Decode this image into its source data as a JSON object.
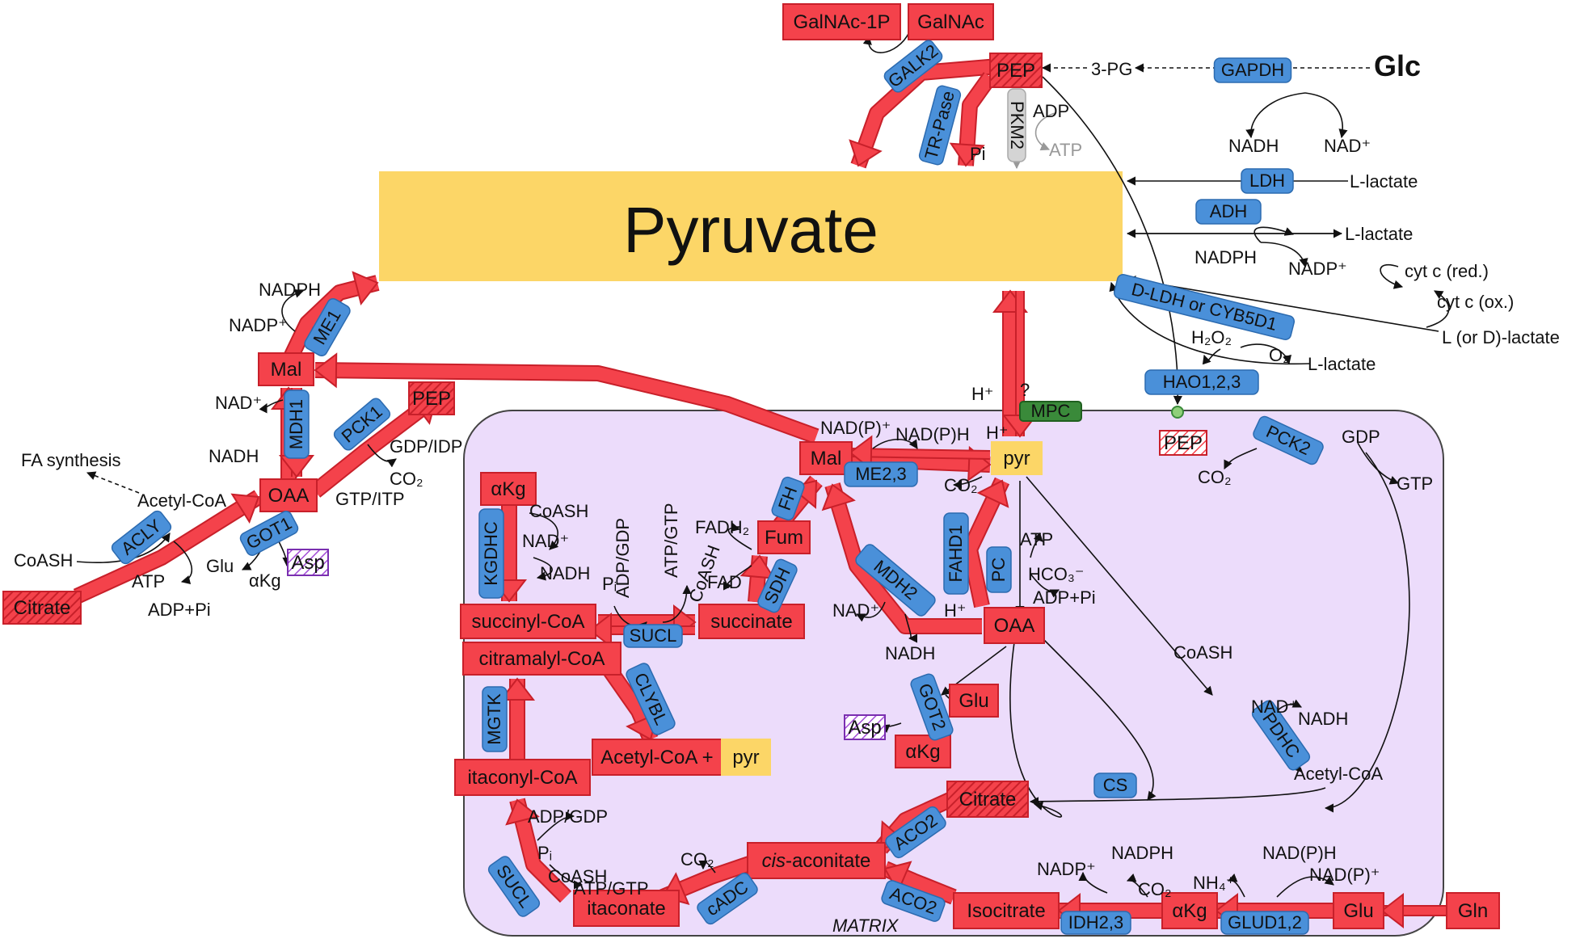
{
  "pyruvate_label": "Pyruvate",
  "glucose_label": "Glc",
  "matrix_label": "MATRIX",
  "colors": {
    "metabolite_fill": "#f4424b",
    "metabolite_stroke": "#c8202a",
    "enzyme_fill": "#4a90d9",
    "enzyme_stroke": "#2c6bb0",
    "pyruvate_fill": "#fcd667",
    "matrix_fill": "#ecdcfb",
    "transporter_fill": "#3a8a3a",
    "flux_arrow": "#f4424b"
  },
  "metabolites": [
    {
      "id": "galnac1p",
      "label": "GalNAc-1P"
    },
    {
      "id": "galnac",
      "label": "GalNAc"
    },
    {
      "id": "pep_top",
      "label": "PEP"
    },
    {
      "id": "mal_cyto",
      "label": "Mal"
    },
    {
      "id": "oaa_cyto",
      "label": "OAA"
    },
    {
      "id": "pep_cyto",
      "label": "PEP"
    },
    {
      "id": "citrate_cyto",
      "label": "Citrate"
    },
    {
      "id": "asp_cyto",
      "label": "Asp"
    },
    {
      "id": "akg_m",
      "label": "αKg"
    },
    {
      "id": "mal_m",
      "label": "Mal"
    },
    {
      "id": "pyr_m",
      "label": "pyr"
    },
    {
      "id": "fum_m",
      "label": "Fum"
    },
    {
      "id": "succinylcoa",
      "label": "succinyl-CoA"
    },
    {
      "id": "succinate",
      "label": "succinate"
    },
    {
      "id": "citramalylcoa",
      "label": "citramalyl-CoA"
    },
    {
      "id": "oaa_m",
      "label": "OAA"
    },
    {
      "id": "pep_m",
      "label": "PEP"
    },
    {
      "id": "glu_m",
      "label": "Glu"
    },
    {
      "id": "asp_m",
      "label": "Asp"
    },
    {
      "id": "akg_m2",
      "label": "αKg"
    },
    {
      "id": "acetylcoa_pyr",
      "label": "Acetyl-CoA +"
    },
    {
      "id": "pyr_m2",
      "label": "pyr"
    },
    {
      "id": "itaconylcoa",
      "label": "itaconyl-CoA"
    },
    {
      "id": "citrate_m",
      "label": "Citrate"
    },
    {
      "id": "cisaconitate",
      "label": "-aconitate"
    },
    {
      "id": "itaconate",
      "label": "itaconate"
    },
    {
      "id": "isocitrate",
      "label": "Isocitrate"
    },
    {
      "id": "akg_m3",
      "label": "αKg"
    },
    {
      "id": "glu_m2",
      "label": "Glu"
    },
    {
      "id": "gln_m",
      "label": "Gln"
    }
  ],
  "cis_prefix": "cis",
  "enzymes": [
    {
      "id": "galk2",
      "label": "GALK2"
    },
    {
      "id": "trpase",
      "label": "TR-Pase"
    },
    {
      "id": "pkm2",
      "label": "PKM2"
    },
    {
      "id": "gapdh",
      "label": "GAPDH"
    },
    {
      "id": "ldh",
      "label": "LDH"
    },
    {
      "id": "adh",
      "label": "ADH"
    },
    {
      "id": "dldh",
      "label": "D-LDH or CYB5D1"
    },
    {
      "id": "hao",
      "label": "HAO1,2,3"
    },
    {
      "id": "me1",
      "label": "ME1"
    },
    {
      "id": "mdh1",
      "label": "MDH1"
    },
    {
      "id": "pck1",
      "label": "PCK1"
    },
    {
      "id": "acly",
      "label": "ACLY"
    },
    {
      "id": "got1",
      "label": "GOT1"
    },
    {
      "id": "me23",
      "label": "ME2,3"
    },
    {
      "id": "fh",
      "label": "FH"
    },
    {
      "id": "kgdhc",
      "label": "KGDHC"
    },
    {
      "id": "sdh",
      "label": "SDH"
    },
    {
      "id": "sucl1",
      "label": "SUCL"
    },
    {
      "id": "mdh2",
      "label": "MDH2"
    },
    {
      "id": "fahd1",
      "label": "FAHD1"
    },
    {
      "id": "pc",
      "label": "PC"
    },
    {
      "id": "pck2",
      "label": "PCK2"
    },
    {
      "id": "clybl",
      "label": "CLYBL"
    },
    {
      "id": "mgtk",
      "label": "MGTK"
    },
    {
      "id": "got2",
      "label": "GOT2"
    },
    {
      "id": "pdhc",
      "label": "PDHC"
    },
    {
      "id": "cs",
      "label": "CS"
    },
    {
      "id": "sucl2",
      "label": "SUCL"
    },
    {
      "id": "cadc",
      "label": "cADC"
    },
    {
      "id": "aco2a",
      "label": "ACO2"
    },
    {
      "id": "aco2b",
      "label": "ACO2"
    },
    {
      "id": "idh23",
      "label": "IDH2,3"
    },
    {
      "id": "glud",
      "label": "GLUD1,2"
    }
  ],
  "transporter_label": "MPC",
  "labels": [
    {
      "id": "pg3",
      "text": "3-PG"
    },
    {
      "id": "adp_pk",
      "text": "ADP"
    },
    {
      "id": "atp_pk",
      "text": "ATP"
    },
    {
      "id": "pi_tr",
      "text": "Pi"
    },
    {
      "id": "nadh_g",
      "text": "NADH"
    },
    {
      "id": "nad_g",
      "text": "NAD⁺"
    },
    {
      "id": "llac1",
      "text": "L-lactate"
    },
    {
      "id": "llac2",
      "text": "L-lactate"
    },
    {
      "id": "nadph_adh",
      "text": "NADPH"
    },
    {
      "id": "nadp_adh",
      "text": "NADP⁺"
    },
    {
      "id": "cytc_red",
      "text": "cyt c (red.)"
    },
    {
      "id": "cytc_ox",
      "text": "cyt c (ox.)"
    },
    {
      "id": "ldlac",
      "text": "L (or D)-lactate"
    },
    {
      "id": "h2o2",
      "text": "H₂O₂"
    },
    {
      "id": "o2",
      "text": "O₂"
    },
    {
      "id": "llac3",
      "text": "L-lactate"
    },
    {
      "id": "nadph_me1",
      "text": "NADPH"
    },
    {
      "id": "nadp_me1",
      "text": "NADP⁺"
    },
    {
      "id": "nad_mdh1",
      "text": "NAD⁺"
    },
    {
      "id": "nadh_mdh1",
      "text": "NADH"
    },
    {
      "id": "fa",
      "text": "FA synthesis"
    },
    {
      "id": "accoa_c",
      "text": "Acetyl-CoA"
    },
    {
      "id": "gdp_idp",
      "text": "GDP/IDP"
    },
    {
      "id": "co2_pck1",
      "text": "CO₂"
    },
    {
      "id": "gtp_itp",
      "text": "GTP/ITP"
    },
    {
      "id": "coash_c",
      "text": "CoASH"
    },
    {
      "id": "atp_c",
      "text": "ATP"
    },
    {
      "id": "adppi_c",
      "text": "ADP+Pi"
    },
    {
      "id": "glu_c",
      "text": "Glu"
    },
    {
      "id": "akg_c",
      "text": "αKg"
    },
    {
      "id": "hplus1",
      "text": "H⁺"
    },
    {
      "id": "q",
      "text": "?"
    },
    {
      "id": "hplus2",
      "text": "H⁺"
    },
    {
      "id": "nadp_me2",
      "text": "NAD(P)⁺"
    },
    {
      "id": "nadph_me2",
      "text": "NAD(P)H"
    },
    {
      "id": "co2_fahd",
      "text": "CO₂"
    },
    {
      "id": "hplus3",
      "text": "H⁺"
    },
    {
      "id": "atp_pc",
      "text": "ATP"
    },
    {
      "id": "hco3",
      "text": "HCO₃⁻"
    },
    {
      "id": "adppi_pc",
      "text": "ADP+Pi"
    },
    {
      "id": "gdp_pck2",
      "text": "GDP"
    },
    {
      "id": "gtp_pck2",
      "text": "GTP"
    },
    {
      "id": "co2_pck2",
      "text": "CO₂"
    },
    {
      "id": "coash_kg",
      "text": "CoASH"
    },
    {
      "id": "nad_kg",
      "text": "NAD⁺"
    },
    {
      "id": "nadh_kg",
      "text": "NADH"
    },
    {
      "id": "fadh2",
      "text": "FADH₂"
    },
    {
      "id": "fad",
      "text": "FAD"
    },
    {
      "id": "pi_sucl",
      "text": "Pᵢ"
    },
    {
      "id": "adpgdp",
      "text": "ADP/GDP"
    },
    {
      "id": "atpgtp",
      "text": "ATP/GTP"
    },
    {
      "id": "coash_sucl",
      "text": "CoASH"
    },
    {
      "id": "nad_mdh2",
      "text": "NAD⁺"
    },
    {
      "id": "nadh_mdh2",
      "text": "NADH"
    },
    {
      "id": "coash_pdh",
      "text": "CoASH"
    },
    {
      "id": "nad_pdh",
      "text": "NAD⁺"
    },
    {
      "id": "nadh_pdh",
      "text": "NADH"
    },
    {
      "id": "accoa_pdh",
      "text": "Acetyl-CoA"
    },
    {
      "id": "adpgdp2",
      "text": "ADP/GDP"
    },
    {
      "id": "pi_sucl2",
      "text": "Pᵢ"
    },
    {
      "id": "coash2",
      "text": "CoASH"
    },
    {
      "id": "atpgtp2",
      "text": "ATP/GTP"
    },
    {
      "id": "co2_cadc",
      "text": "CO₂"
    },
    {
      "id": "nadp_idh",
      "text": "NADP⁺"
    },
    {
      "id": "nadph_idh",
      "text": "NADPH"
    },
    {
      "id": "co2_idh",
      "text": "CO₂"
    },
    {
      "id": "nh4",
      "text": "NH₄⁺"
    },
    {
      "id": "nadph_glud",
      "text": "NAD(P)H"
    },
    {
      "id": "nadp_glud",
      "text": "NAD(P)⁺"
    }
  ]
}
